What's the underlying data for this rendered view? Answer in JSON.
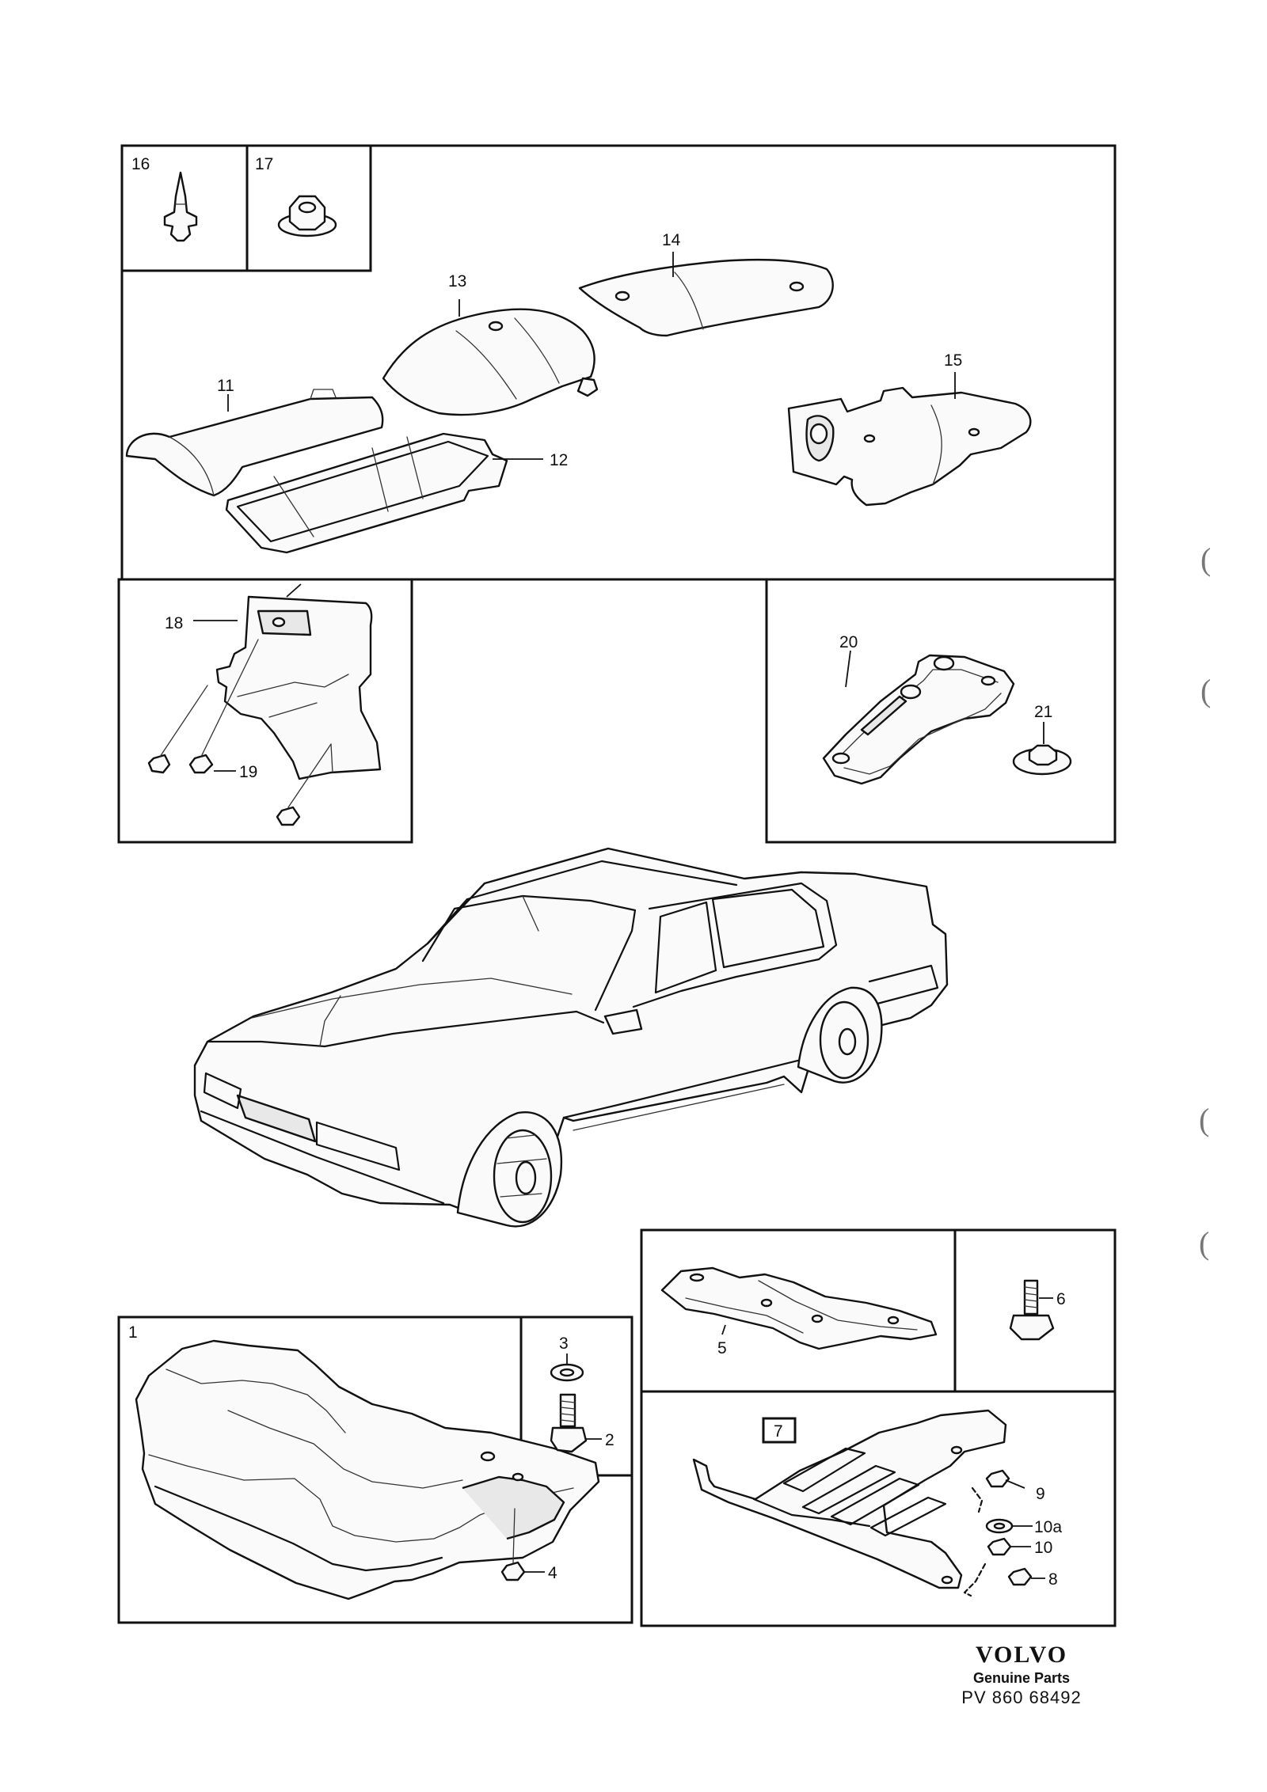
{
  "diagram": {
    "part_labels": {
      "p1": "1",
      "p2": "2",
      "p3": "3",
      "p4": "4",
      "p5": "5",
      "p6": "6",
      "p7": "7",
      "p8": "8",
      "p9": "9",
      "p10": "10",
      "p10a": "10a",
      "p11": "11",
      "p12": "12",
      "p13": "13",
      "p14": "14",
      "p15": "15",
      "p16": "16",
      "p17": "17",
      "p18": "18",
      "p19": "19",
      "p20": "20",
      "p21": "21"
    },
    "footer": {
      "brand": "VOLVO",
      "subtitle": "Genuine Parts",
      "reference": "PV 860 68492"
    },
    "margin_marks": [
      "(",
      "(",
      "(",
      "("
    ]
  }
}
